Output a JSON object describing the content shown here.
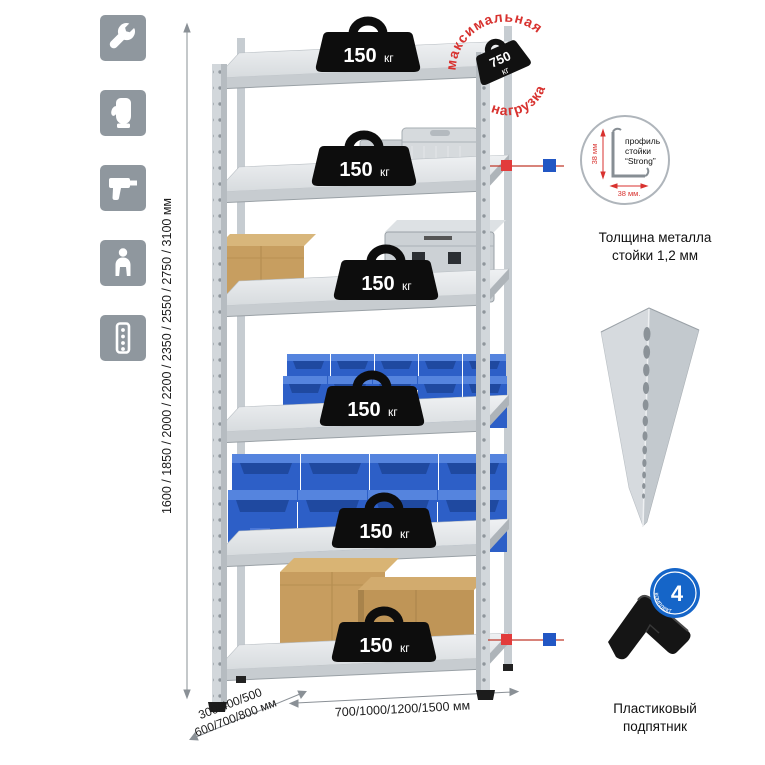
{
  "left_icons": [
    {
      "name": "wrench-icon"
    },
    {
      "name": "gloves-icon"
    },
    {
      "name": "drill-icon"
    },
    {
      "name": "person-icon"
    },
    {
      "name": "perforated-post-icon"
    }
  ],
  "dimensions": {
    "height_label": "1600 / 1850 / 2000 / 2200 / 2350 / 2550 / 2750 / 3100 мм",
    "depth_line1": "300/400/500",
    "depth_line2": "600/700/800 мм",
    "width_label": "700/1000/1200/1500 мм"
  },
  "shelves": [
    {
      "load_value": "150",
      "load_unit": "кг"
    },
    {
      "load_value": "150",
      "load_unit": "кг"
    },
    {
      "load_value": "150",
      "load_unit": "кг"
    },
    {
      "load_value": "150",
      "load_unit": "кг"
    },
    {
      "load_value": "150",
      "load_unit": "кг"
    },
    {
      "load_value": "150",
      "load_unit": "кг"
    }
  ],
  "max_load_stamp": {
    "arc_top": "максимальная",
    "arc_bottom": "нагрузка",
    "value": "750",
    "unit": "кг"
  },
  "profile_detail": {
    "dim_vertical": "38 мм",
    "dim_horizontal": "38 мм.",
    "label_line1": "профиль",
    "label_line2": "стойки",
    "label_line3": "“Strong”",
    "caption_line1": "Толщина металла",
    "caption_line2": "стойки 1,2 мм"
  },
  "foot_detail": {
    "caption_line1": "Пластиковый",
    "caption_line2": "подпятник",
    "badge_value": "4",
    "badge_text": "в комплекте"
  },
  "colors": {
    "accent_red": "#e23b3b",
    "accent_blue": "#2257c4",
    "stamp_red": "#d8322f",
    "bin_blue": "#2d5fc7"
  }
}
